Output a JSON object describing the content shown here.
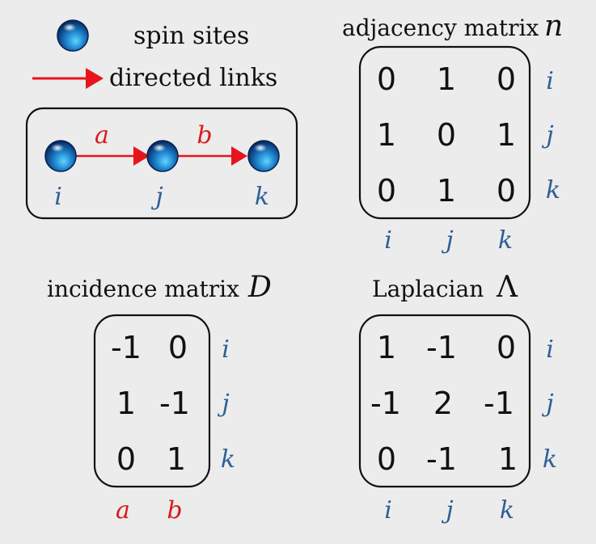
{
  "colors": {
    "background": "#ececec",
    "link": "#e8141b",
    "label_blue": "#2f5f96",
    "label_red": "#d81a1a",
    "sphere_dark": "#0a2e6e",
    "sphere_light": "#37b8f0"
  },
  "icons": {
    "spin_site": "blue-sphere-icon",
    "link": "red-arrow-icon"
  },
  "legend": {
    "spin_sites": "spin sites",
    "directed_links": "directed links"
  },
  "graph": {
    "nodes": [
      "i",
      "j",
      "k"
    ],
    "links": [
      {
        "name": "a",
        "from": "i",
        "to": "j"
      },
      {
        "name": "b",
        "from": "j",
        "to": "k"
      }
    ]
  },
  "adjacency": {
    "title": "adjacency matrix",
    "symbol": "n",
    "rows": [
      [
        "0",
        "1",
        "0"
      ],
      [
        "1",
        "0",
        "1"
      ],
      [
        "0",
        "1",
        "0"
      ]
    ],
    "row_labels": [
      "i",
      "j",
      "k"
    ],
    "col_labels": [
      "i",
      "j",
      "k"
    ]
  },
  "incidence": {
    "title": "incidence matrix",
    "symbol": "D",
    "rows": [
      [
        "-1",
        "0"
      ],
      [
        "1",
        "-1"
      ],
      [
        "0",
        "1"
      ]
    ],
    "row_labels": [
      "i",
      "j",
      "k"
    ],
    "col_labels": [
      "a",
      "b"
    ]
  },
  "laplacian": {
    "title": "Laplacian",
    "symbol": "Λ",
    "rows": [
      [
        "1",
        "-1",
        "0"
      ],
      [
        "-1",
        "2",
        "-1"
      ],
      [
        "0",
        "-1",
        "1"
      ]
    ],
    "row_labels": [
      "i",
      "j",
      "k"
    ],
    "col_labels": [
      "i",
      "j",
      "k"
    ]
  }
}
